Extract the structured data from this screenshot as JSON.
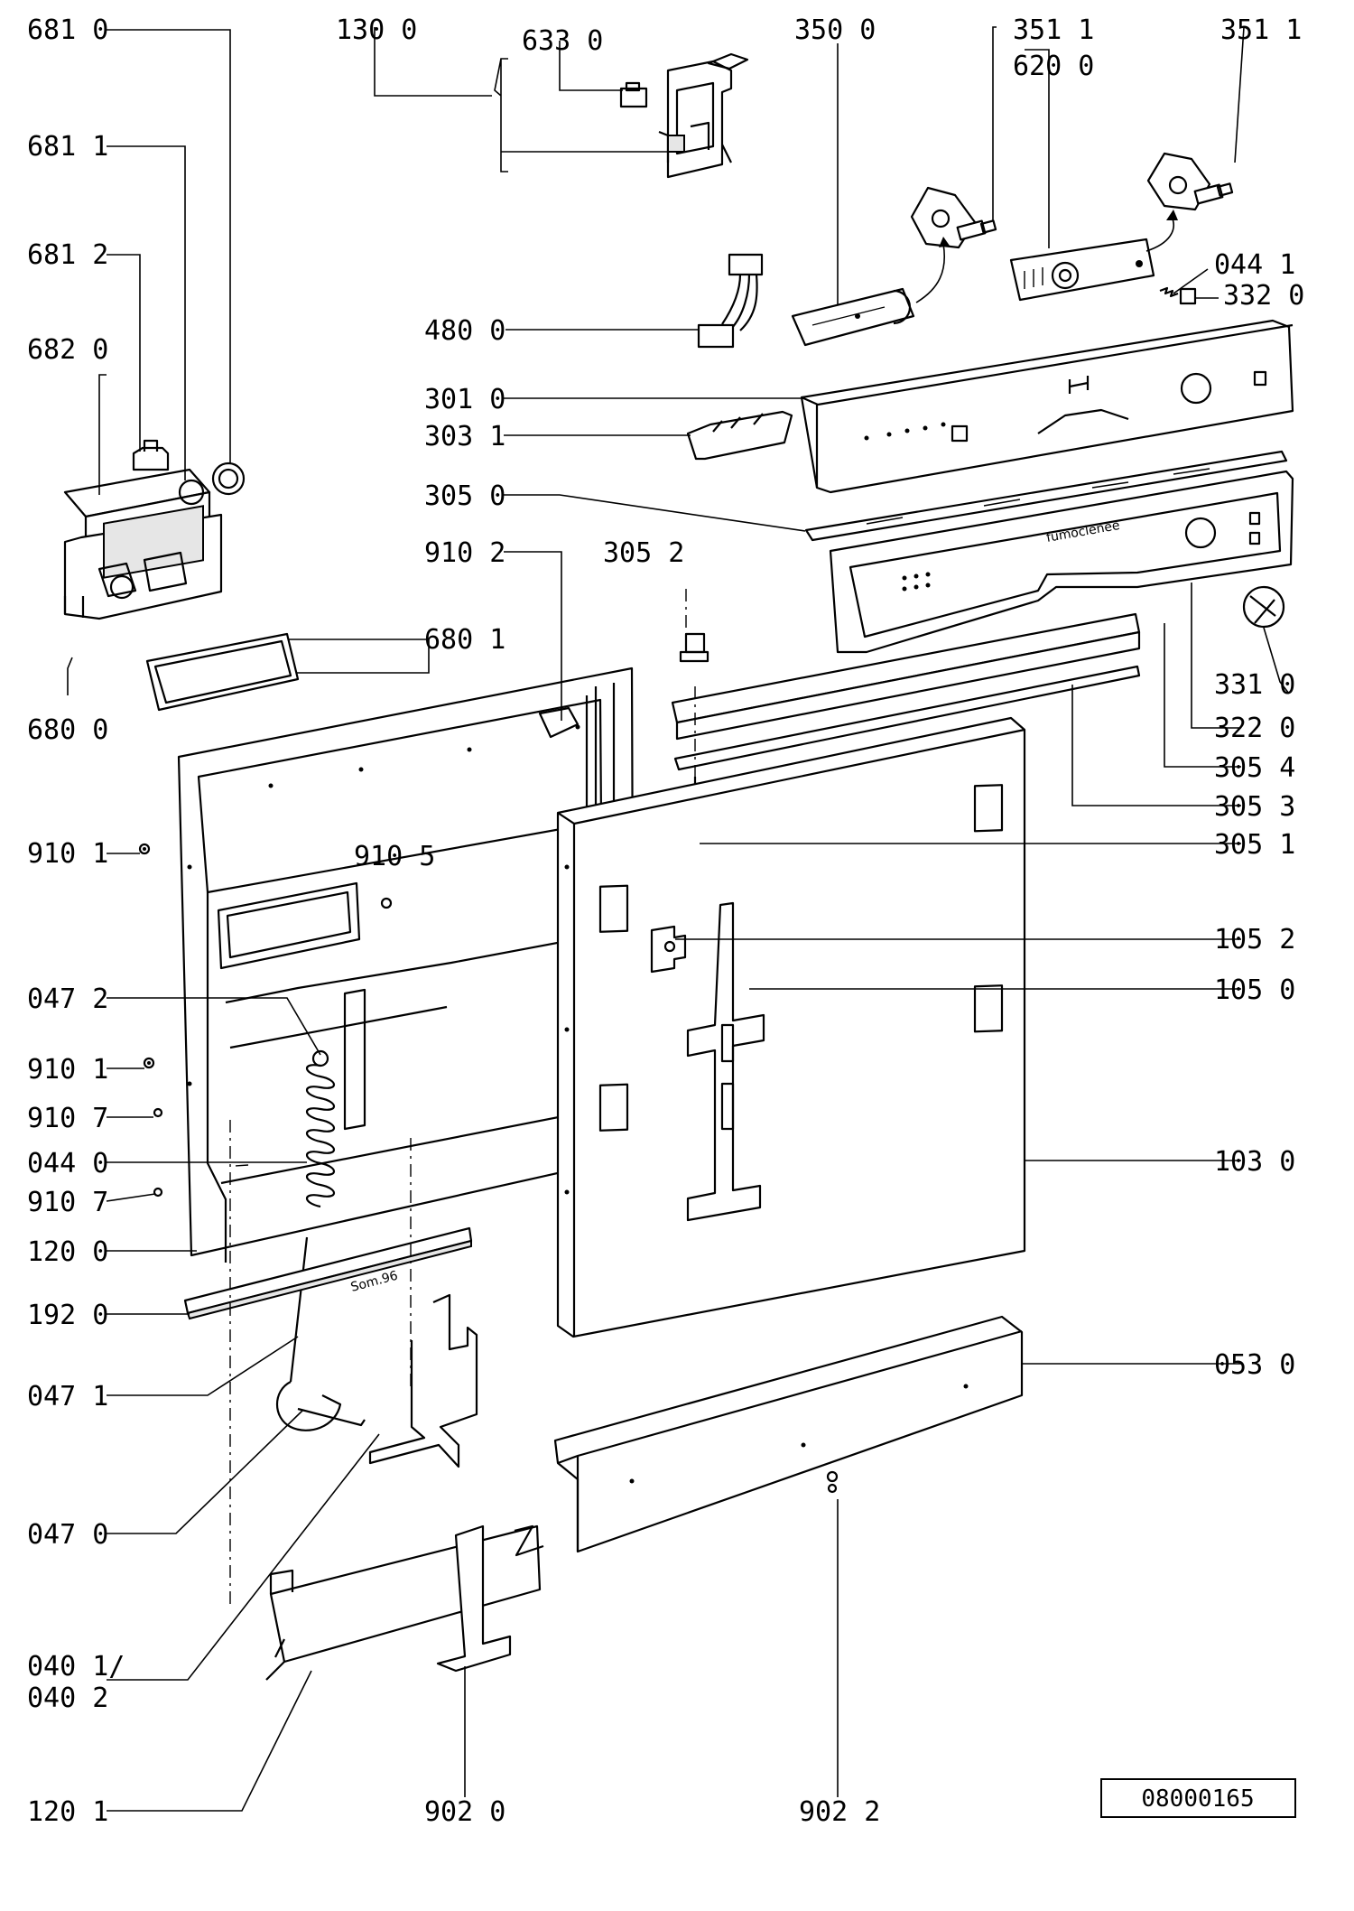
{
  "labels": [
    {
      "id": "lbl-681-0",
      "text": "681 0"
    },
    {
      "id": "lbl-681-1",
      "text": "681 1"
    },
    {
      "id": "lbl-681-2",
      "text": "681 2"
    },
    {
      "id": "lbl-682-0",
      "text": "682 0"
    },
    {
      "id": "lbl-680-1",
      "text": "680 1"
    },
    {
      "id": "lbl-680-0",
      "text": "680 0"
    },
    {
      "id": "lbl-130-0",
      "text": "130 0"
    },
    {
      "id": "lbl-633-0",
      "text": "633 0"
    },
    {
      "id": "lbl-350-0",
      "text": "350 0"
    },
    {
      "id": "lbl-351-1a",
      "text": "351 1"
    },
    {
      "id": "lbl-620-0",
      "text": "620 0"
    },
    {
      "id": "lbl-351-1b",
      "text": "351 1"
    },
    {
      "id": "lbl-044-1",
      "text": "044 1"
    },
    {
      "id": "lbl-332-0",
      "text": "332 0"
    },
    {
      "id": "lbl-480-0",
      "text": "480 0"
    },
    {
      "id": "lbl-301-0",
      "text": "301 0"
    },
    {
      "id": "lbl-303-1",
      "text": "303 1"
    },
    {
      "id": "lbl-305-0",
      "text": "305 0"
    },
    {
      "id": "lbl-910-2",
      "text": "910 2"
    },
    {
      "id": "lbl-305-2",
      "text": "305 2"
    },
    {
      "id": "lbl-331-0",
      "text": "331 0"
    },
    {
      "id": "lbl-322-0",
      "text": "322 0"
    },
    {
      "id": "lbl-305-4",
      "text": "305 4"
    },
    {
      "id": "lbl-305-3",
      "text": "305 3"
    },
    {
      "id": "lbl-305-1",
      "text": "305 1"
    },
    {
      "id": "lbl-910-1a",
      "text": "910 1"
    },
    {
      "id": "lbl-910-5",
      "text": "910 5"
    },
    {
      "id": "lbl-105-2",
      "text": "105 2"
    },
    {
      "id": "lbl-105-0",
      "text": "105 0"
    },
    {
      "id": "lbl-047-2",
      "text": "047 2"
    },
    {
      "id": "lbl-910-1b",
      "text": "910 1"
    },
    {
      "id": "lbl-910-7a",
      "text": "910 7"
    },
    {
      "id": "lbl-044-0",
      "text": "044 0"
    },
    {
      "id": "lbl-910-7b",
      "text": "910 7"
    },
    {
      "id": "lbl-103-0",
      "text": "103 0"
    },
    {
      "id": "lbl-120-0",
      "text": "120 0"
    },
    {
      "id": "lbl-192-0",
      "text": "192 0"
    },
    {
      "id": "lbl-047-1",
      "text": "047 1"
    },
    {
      "id": "lbl-053-0",
      "text": "053 0"
    },
    {
      "id": "lbl-047-0",
      "text": "047 0"
    },
    {
      "id": "lbl-040-1",
      "text": "040 1/"
    },
    {
      "id": "lbl-040-2",
      "text": "040 2"
    },
    {
      "id": "lbl-120-1",
      "text": "120 1"
    },
    {
      "id": "lbl-902-0",
      "text": "902 0"
    },
    {
      "id": "lbl-902-2",
      "text": "902 2"
    }
  ],
  "texts": {
    "drawing_number": "08000165",
    "gasket_stamp": "Som.96",
    "brand_mark": "fumoclenee"
  }
}
